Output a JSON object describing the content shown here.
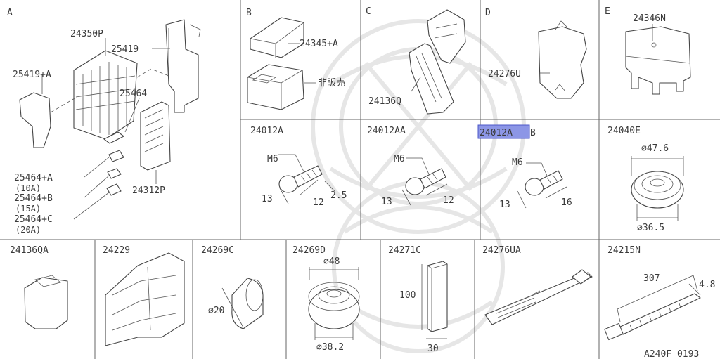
{
  "sections": {
    "A": "A",
    "B": "B",
    "C": "C",
    "D": "D",
    "E": "E"
  },
  "parts": {
    "p24350P": "24350P",
    "p25419": "25419",
    "p25419A": "25419+A",
    "p25464": "25464",
    "p25464A": "25464+A",
    "p25464A_amp": "(10A)",
    "p25464B": "25464+B",
    "p25464B_amp": "(15A)",
    "p25464C": "25464+C",
    "p25464C_amp": "(20A)",
    "p24312P": "24312P",
    "p24345A": "24345+A",
    "notForSale": "非販売",
    "p24136Q": "24136Q",
    "p24276U": "24276U",
    "p24346N": "24346N",
    "p24012A": "24012A",
    "p24012AA": "24012AA",
    "p24012AB_hl": "24012A",
    "p24012AB_tail": "B",
    "p24040E": "24040E",
    "p24136QA": "24136QA",
    "p24229": "24229",
    "p24269C": "24269C",
    "p24269D": "24269D",
    "p24271C": "24271C",
    "p24276UA": "24276UA",
    "p24215N": "24215N"
  },
  "dims": {
    "m6": "M6",
    "b1_13": "13",
    "b1_12": "12",
    "b1_25": "2.5",
    "b2_13": "13",
    "b2_12": "12",
    "b3_13": "13",
    "b3_16": "16",
    "g_top": "⌀47.6",
    "g_bot": "⌀36.5",
    "c_dia": "⌀20",
    "d_top": "⌀48",
    "d_bot": "⌀38.2",
    "r_len": "100",
    "r_w": "30",
    "t_len": "307",
    "t_w": "4.8"
  },
  "drawing_code": "A240F 0193",
  "highlight_color": "#8c96e6"
}
